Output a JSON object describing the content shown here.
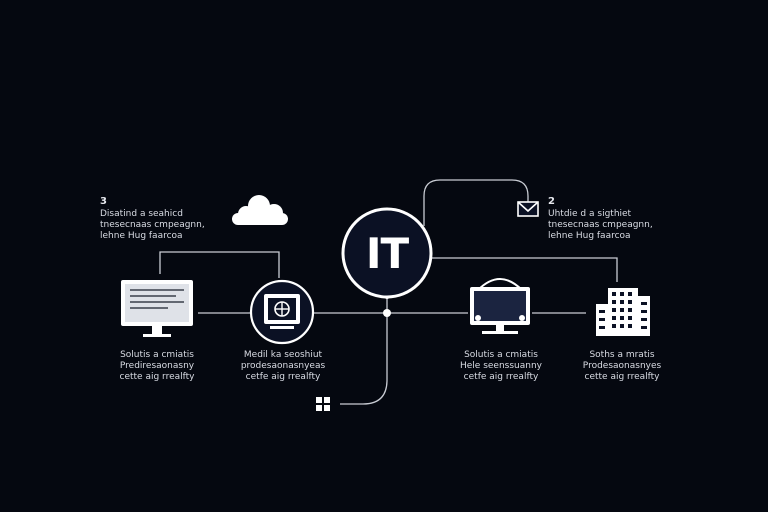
{
  "hub": {
    "label": "IT"
  },
  "left_note": {
    "number": "3",
    "lines": [
      "Disatind a seahicd",
      "tnesecnaas cmpeagnn,",
      "lehne Hug faarcoa"
    ]
  },
  "right_note": {
    "number": "2",
    "lines": [
      "Uhtdie d a sigthiet",
      "tnesecnaas cmpeagnn,",
      "lehne Hug faarcoa"
    ]
  },
  "nodes": [
    {
      "id": "desktop",
      "icon": "desktop-monitor-icon",
      "lines": [
        "Solutis a cmiatis",
        "Prediresaonasny",
        "cette aig rrealfty"
      ]
    },
    {
      "id": "device",
      "icon": "device-screen-icon",
      "lines": [
        "Medil ka seoshiut",
        "prodesaonasnyeas",
        "cetfe aig rrealfty"
      ]
    },
    {
      "id": "monitor",
      "icon": "monitor-stand-icon",
      "lines": [
        "Solutis a cmiatis",
        "Hele seenssuanny",
        "cetfe aig rrealfty"
      ]
    },
    {
      "id": "building",
      "icon": "building-icon",
      "lines": [
        "Soths a mratis",
        "Prodesaonasnyes",
        "cette aig rrealfty"
      ]
    }
  ],
  "colors": {
    "background": "#050810",
    "line": "#c9ccd4",
    "text": "#d9dce4"
  }
}
